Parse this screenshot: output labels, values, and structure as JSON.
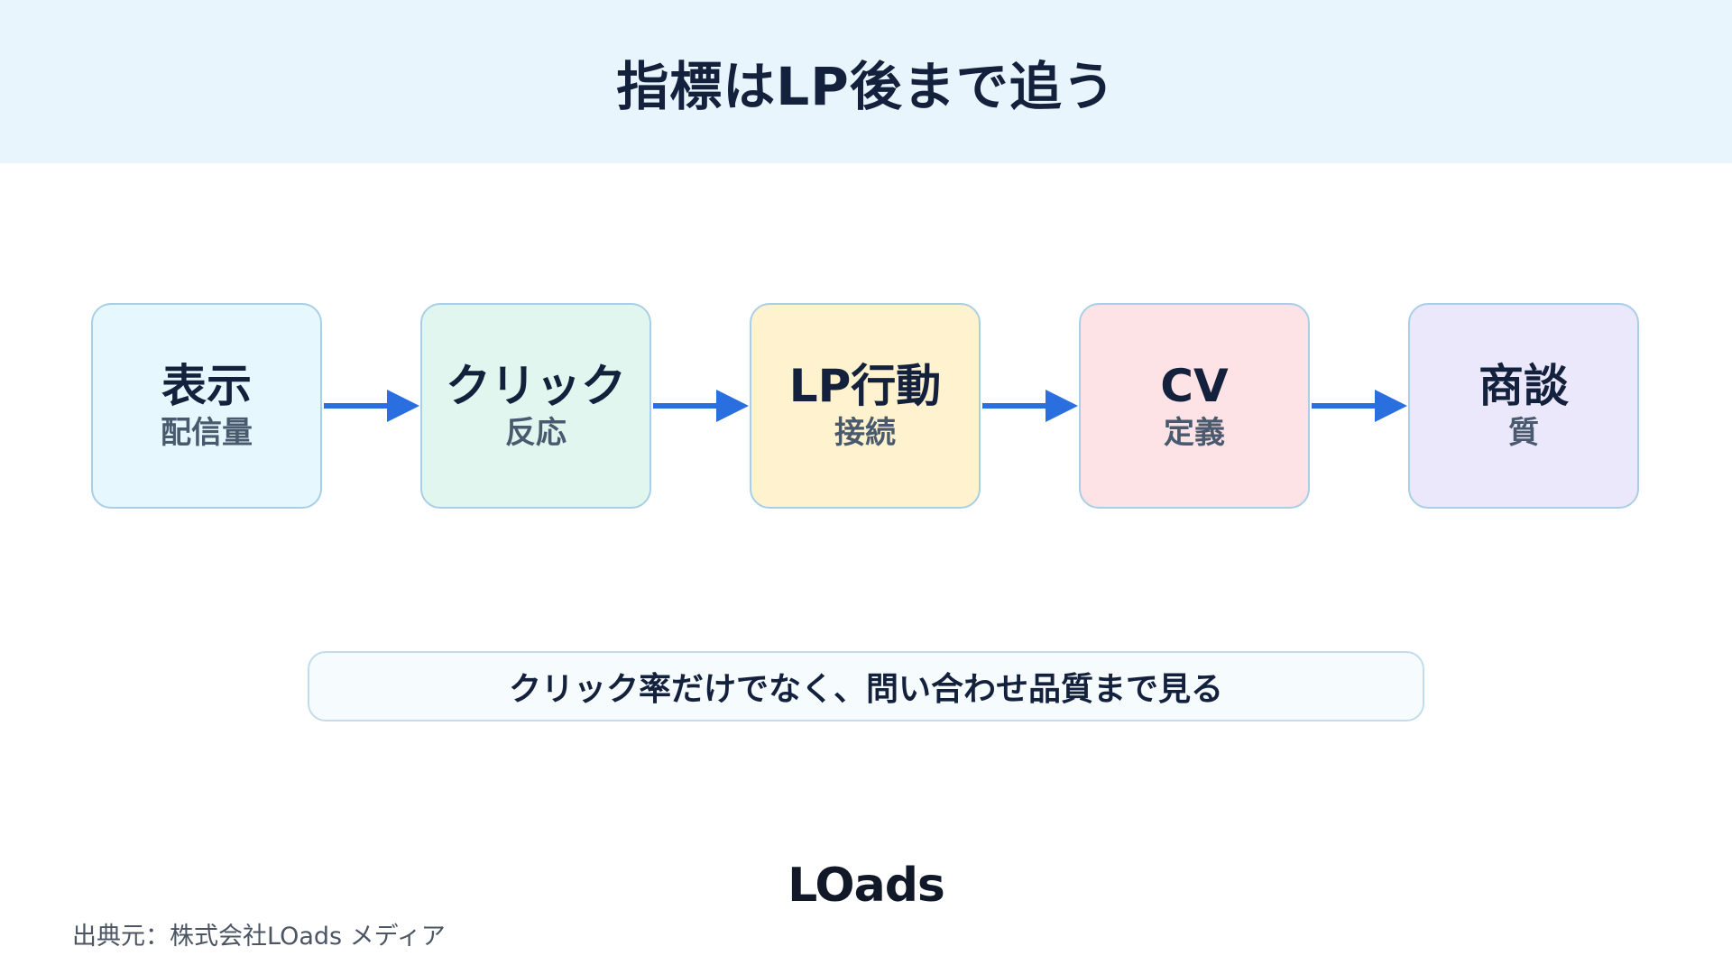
{
  "header": {
    "title": "指標はLP後まで追う"
  },
  "steps": [
    {
      "title": "表示",
      "sub": "配信量",
      "color": "#e6f7fd"
    },
    {
      "title": "クリック",
      "sub": "反応",
      "color": "#e1f6ef"
    },
    {
      "title": "LP行動",
      "sub": "接続",
      "color": "#fef2cf"
    },
    {
      "title": "CV",
      "sub": "定義",
      "color": "#fde3e6"
    },
    {
      "title": "商談",
      "sub": "質",
      "color": "#ece8fc"
    }
  ],
  "arrow_color": "#2a6fe0",
  "border_color": "#a9cfe6",
  "callout": {
    "text": "クリック率だけでなく、問い合わせ品質まで見る"
  },
  "logo": {
    "text": "LOads"
  },
  "footer": {
    "source": "出典元：株式会社LOads メディア"
  }
}
